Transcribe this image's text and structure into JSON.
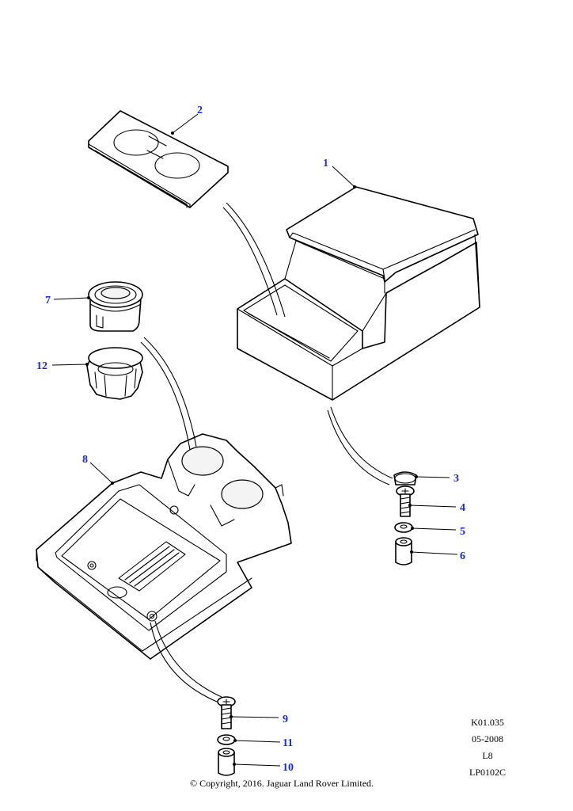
{
  "callouts": {
    "c1": "1",
    "c2": "2",
    "c3": "3",
    "c4": "4",
    "c5": "5",
    "c6": "6",
    "c7": "7",
    "c8": "8",
    "c9": "9",
    "c10": "10",
    "c11": "11",
    "c12": "12"
  },
  "info": {
    "ref": "K01.035",
    "date": "05-2008",
    "code": "L8",
    "illustration": "LP0102C"
  },
  "copyright": "© Copyright, 2016. Jaguar Land Rover Limited.",
  "colors": {
    "callout": "#1a2bd4",
    "line": "#000000",
    "background": "#ffffff"
  }
}
